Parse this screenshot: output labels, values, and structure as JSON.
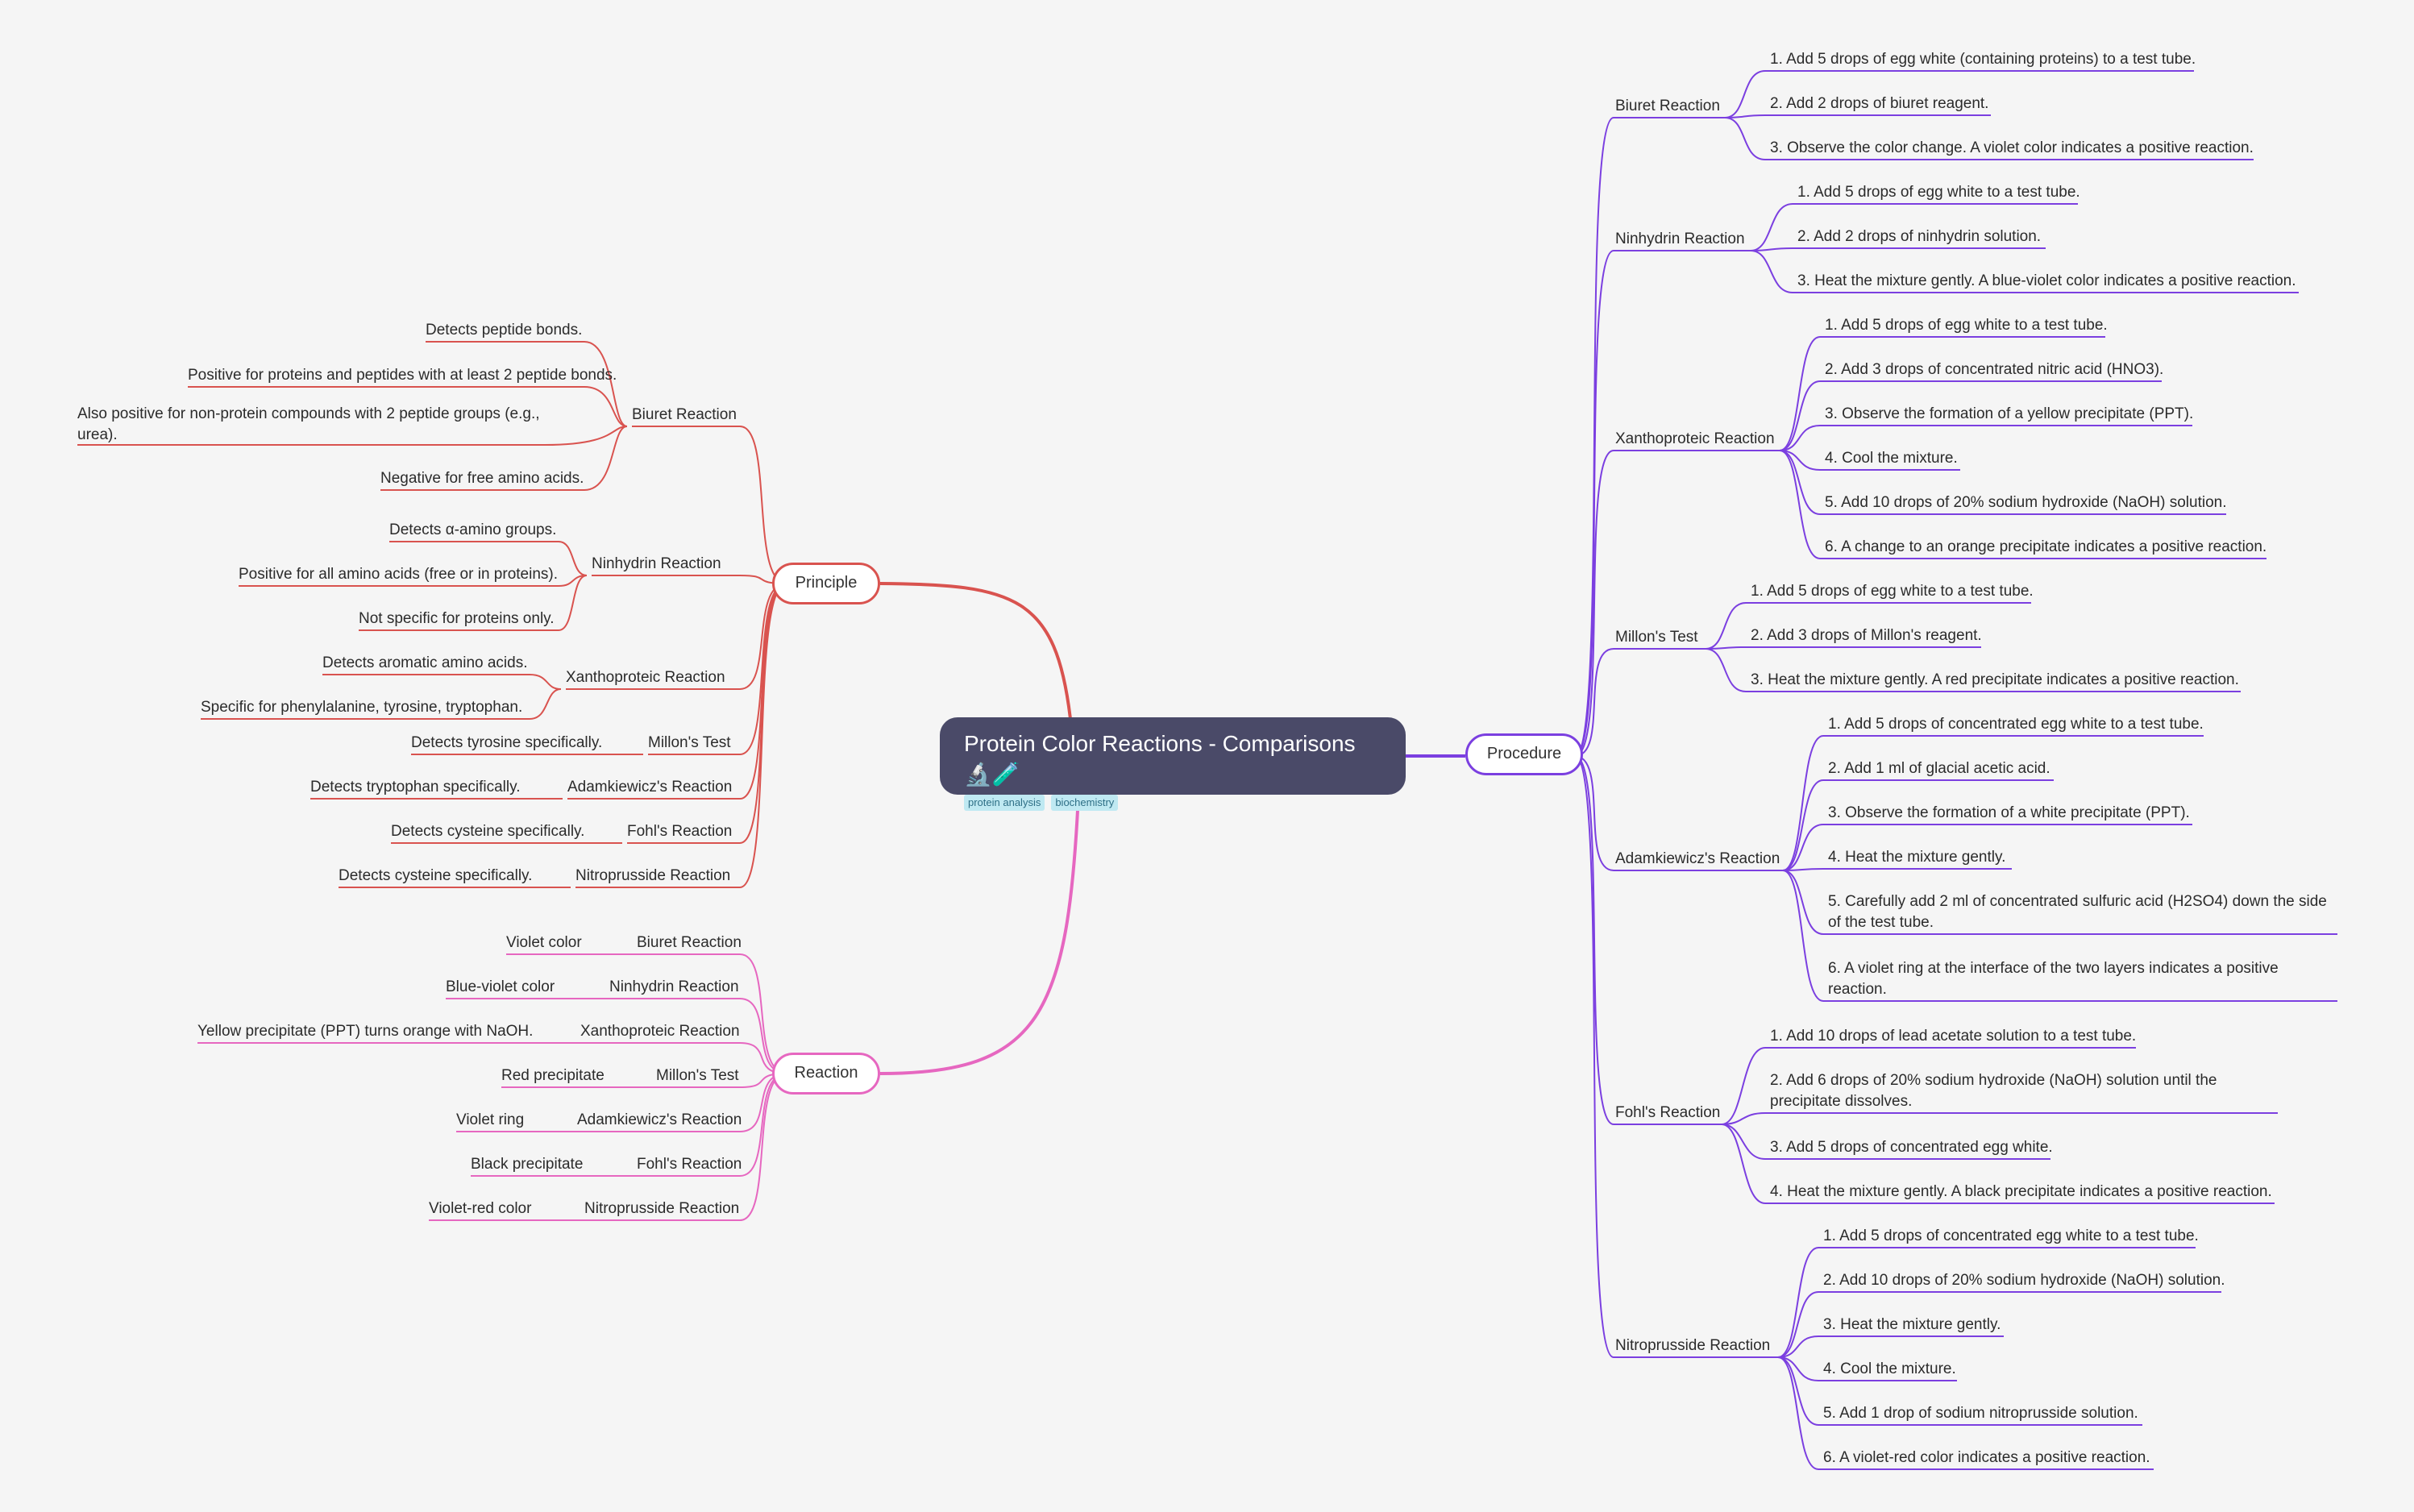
{
  "root": {
    "title": "Protein Color Reactions - Comparisons 🔬🧪",
    "tags": [
      "protein analysis",
      "biochemistry"
    ]
  },
  "colors": {
    "background": "#f5f5f5",
    "root": "#4a4a68",
    "principle": "#d9534f",
    "reaction": "#e667c0",
    "procedure": "#7b3fe0"
  },
  "principle": {
    "label": "Principle",
    "items": [
      {
        "label": "Biuret Reaction",
        "children": [
          "Detects peptide bonds.",
          "Positive for proteins and peptides with at least 2 peptide bonds.",
          "Also positive for non-protein compounds with 2 peptide groups (e.g., urea).",
          "Negative for free amino acids."
        ]
      },
      {
        "label": "Ninhydrin Reaction",
        "children": [
          "Detects α-amino groups.",
          "Positive for all amino acids (free or in proteins).",
          "Not specific for proteins only."
        ]
      },
      {
        "label": "Xanthoproteic Reaction",
        "children": [
          "Detects aromatic amino acids.",
          "Specific for phenylalanine, tyrosine, tryptophan."
        ]
      },
      {
        "label": "Millon's Test",
        "children": [
          "Detects tyrosine specifically."
        ]
      },
      {
        "label": "Adamkiewicz's Reaction",
        "children": [
          "Detects tryptophan specifically."
        ]
      },
      {
        "label": "Fohl's Reaction",
        "children": [
          "Detects cysteine specifically."
        ]
      },
      {
        "label": "Nitroprusside Reaction",
        "children": [
          "Detects cysteine specifically."
        ]
      }
    ]
  },
  "reaction": {
    "label": "Reaction",
    "items": [
      {
        "label": "Biuret Reaction",
        "children": [
          "Violet color"
        ]
      },
      {
        "label": "Ninhydrin Reaction",
        "children": [
          "Blue-violet color"
        ]
      },
      {
        "label": "Xanthoproteic Reaction",
        "children": [
          "Yellow precipitate (PPT) turns orange with NaOH."
        ]
      },
      {
        "label": "Millon's Test",
        "children": [
          "Red precipitate"
        ]
      },
      {
        "label": "Adamkiewicz's Reaction",
        "children": [
          "Violet ring"
        ]
      },
      {
        "label": "Fohl's Reaction",
        "children": [
          "Black precipitate"
        ]
      },
      {
        "label": "Nitroprusside Reaction",
        "children": [
          "Violet-red color"
        ]
      }
    ]
  },
  "procedure": {
    "label": "Procedure",
    "items": [
      {
        "label": "Biuret Reaction",
        "children": [
          "1. Add 5 drops of egg white (containing proteins) to a test tube.",
          "2. Add 2 drops of biuret reagent.",
          "3. Observe the color change. A violet color indicates a positive reaction."
        ]
      },
      {
        "label": "Ninhydrin Reaction",
        "children": [
          "1. Add 5 drops of egg white to a test tube.",
          "2. Add 2 drops of ninhydrin solution.",
          "3. Heat the mixture gently. A blue-violet color indicates a positive reaction."
        ]
      },
      {
        "label": "Xanthoproteic Reaction",
        "children": [
          "1. Add 5 drops of egg white to a test tube.",
          "2. Add 3 drops of concentrated nitric acid (HNO3).",
          "3. Observe the formation of a yellow precipitate (PPT).",
          "4. Cool the mixture.",
          "5. Add 10 drops of 20% sodium hydroxide (NaOH) solution.",
          "6. A change to an orange precipitate indicates a positive reaction."
        ]
      },
      {
        "label": "Millon's Test",
        "children": [
          "1. Add 5 drops of egg white to a test tube.",
          "2. Add 3 drops of Millon's reagent.",
          "3. Heat the mixture gently. A red precipitate indicates a positive reaction."
        ]
      },
      {
        "label": "Adamkiewicz's Reaction",
        "children": [
          "1. Add 5 drops of concentrated egg white to a test tube.",
          "2. Add 1 ml of glacial acetic acid.",
          "3. Observe the formation of a white precipitate (PPT).",
          "4. Heat the mixture gently.",
          "5. Carefully add 2 ml of concentrated sulfuric acid (H2SO4) down the side of the test tube.",
          "6. A violet ring at the interface of the two layers indicates a positive reaction."
        ]
      },
      {
        "label": "Fohl's Reaction",
        "children": [
          "1. Add 10 drops of lead acetate solution to a test tube.",
          "2. Add 6 drops of 20% sodium hydroxide (NaOH) solution until the precipitate dissolves.",
          "3. Add 5 drops of concentrated egg white.",
          "4. Heat the mixture gently. A black precipitate indicates a positive reaction."
        ]
      },
      {
        "label": "Nitroprusside Reaction",
        "children": [
          "1. Add 5 drops of concentrated egg white to a test tube.",
          "2. Add 10 drops of 20% sodium hydroxide (NaOH) solution.",
          "3. Heat the mixture gently.",
          "4. Cool the mixture.",
          "5. Add 1 drop of sodium nitroprusside solution.",
          "6. A violet-red color indicates a positive reaction."
        ]
      }
    ]
  }
}
